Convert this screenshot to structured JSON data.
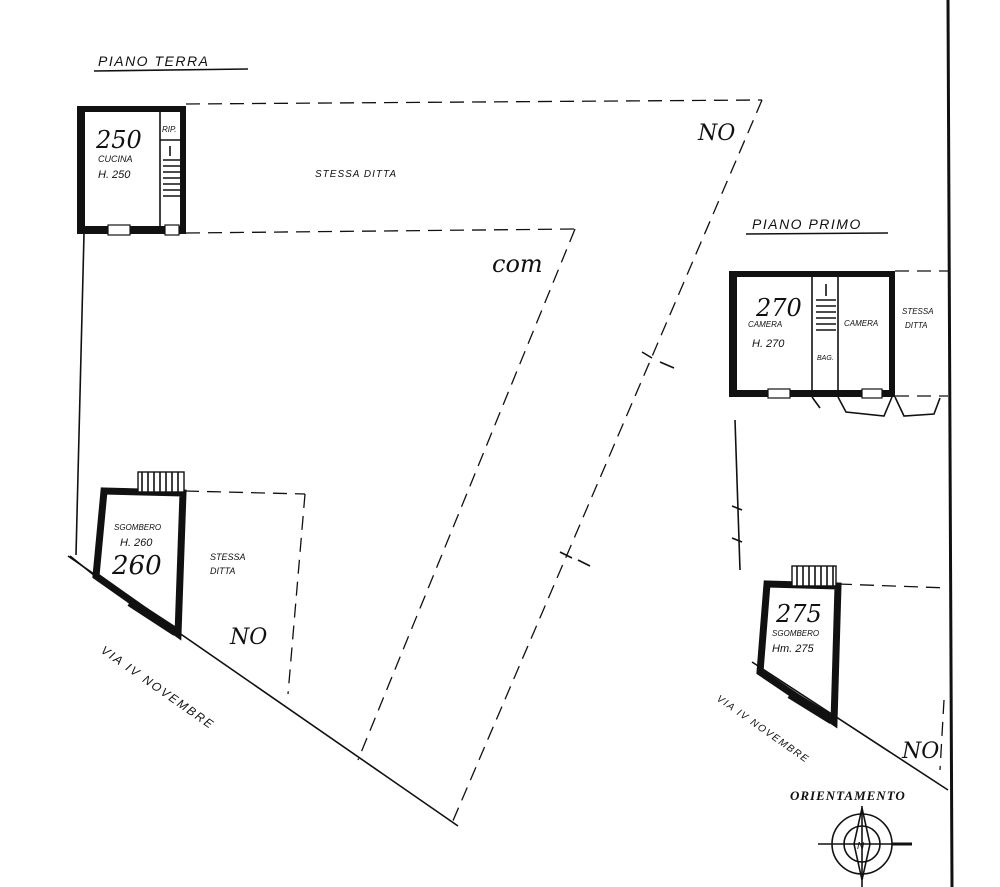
{
  "floors": {
    "ground": {
      "title": "PIANO TERRA",
      "kitchen": {
        "number": "250",
        "name": "CUCINA",
        "height": "H. 250"
      },
      "storage_label": "RIP.",
      "neighbor_label": "STESSA DITTA",
      "com_label": "com",
      "no_label_top": "NO",
      "storeroom": {
        "name": "SGOMBERO",
        "height": "H. 260",
        "number": "260"
      },
      "neighbor2_line1": "STESSA",
      "neighbor2_line2": "DITTA",
      "no_label_bottom": "NO",
      "street": "VIA IV NOVEMBRE"
    },
    "first": {
      "title": "PIANO PRIMO",
      "bedroom": {
        "number": "270",
        "name": "CAMERA",
        "height": "H. 270"
      },
      "bedroom2_name": "CAMERA",
      "bath_label": "BAG.",
      "neighbor_line1": "STESSA",
      "neighbor_line2": "DITTA",
      "storeroom": {
        "number": "275",
        "name": "SGOMBERO",
        "height": "Hm. 275"
      },
      "street": "VIA IV NOVEMBRE",
      "no_label": "NO"
    }
  },
  "compass": {
    "label": "ORIENTAMENTO",
    "north": "N"
  }
}
